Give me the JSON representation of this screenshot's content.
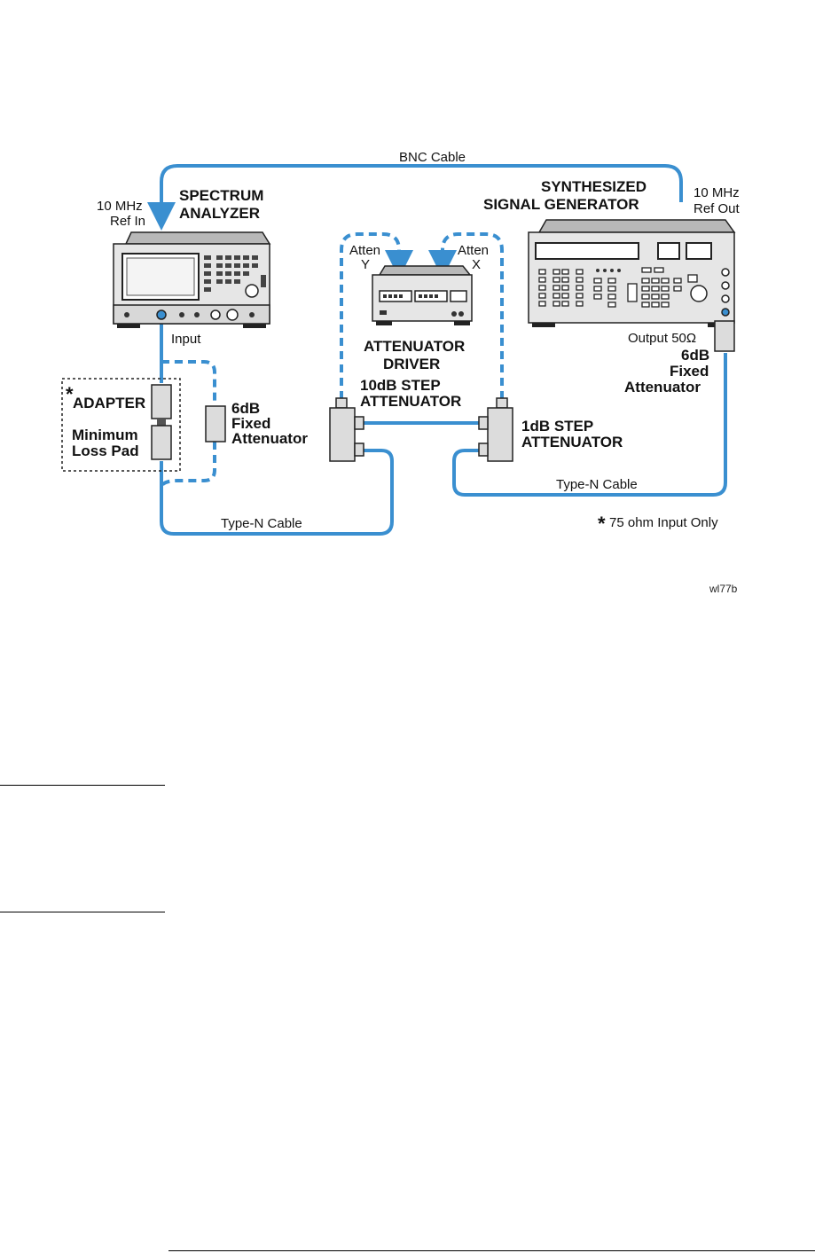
{
  "labels": {
    "bnc_cable": "BNC Cable",
    "ref_in_line1": "10 MHz",
    "ref_in_line2": "Ref In",
    "spectrum_line1": "SPECTRUM",
    "spectrum_line2": "ANALYZER",
    "synth_line1": "SYNTHESIZED",
    "synth_line2": "SIGNAL GENERATOR",
    "ref_out_line1": "10 MHz",
    "ref_out_line2": "Ref Out",
    "atten_y_line1": "Atten",
    "atten_y_line2": "Y",
    "atten_x_line1": "Atten",
    "atten_x_line2": "X",
    "driver_line1": "ATTENUATOR",
    "driver_line2": "DRIVER",
    "input": "Input",
    "output": "Output 50Ω",
    "gen_atten_line1": "6dB",
    "gen_atten_line2": "Fixed",
    "gen_atten_line3": "Attenuator",
    "adapter_star": "*",
    "adapter": "ADAPTER",
    "pad_line1": "Minimum",
    "pad_line2": "Loss Pad",
    "fixed_atten_line1": "6dB",
    "fixed_atten_line2": "Fixed",
    "fixed_atten_line3": "Attenuator",
    "step10_line1": "10dB STEP",
    "step10_line2": "ATTENUATOR",
    "step1_line1": "1dB STEP",
    "step1_line2": "ATTENUATOR",
    "typen_right": "Type-N Cable",
    "typen_left": "Type-N Cable",
    "footnote_star": "*",
    "footnote": "75 ohm Input Only",
    "figure_id": "wl77b"
  },
  "colors": {
    "cable": "#3a8fd0",
    "instrument_body": "#e8e8e8",
    "instrument_dark": "#3a3a3a",
    "component": "#dcdcdc"
  }
}
